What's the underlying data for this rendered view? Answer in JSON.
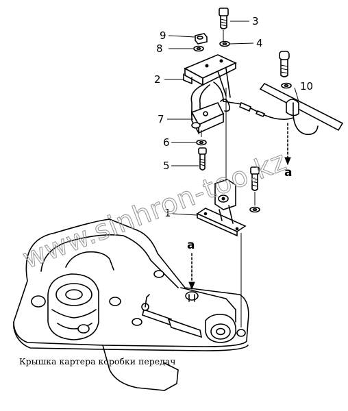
{
  "callouts": {
    "c1": "1",
    "c2": "2",
    "c3": "3",
    "c4": "4",
    "c5": "5",
    "c6": "6",
    "c7": "7",
    "c8": "8",
    "c9": "9",
    "c10": "10"
  },
  "view_markers": {
    "upper": "a",
    "lower": "a"
  },
  "watermark": "www.sinhron-too.kz",
  "caption": "Крышка картера коробки передач"
}
